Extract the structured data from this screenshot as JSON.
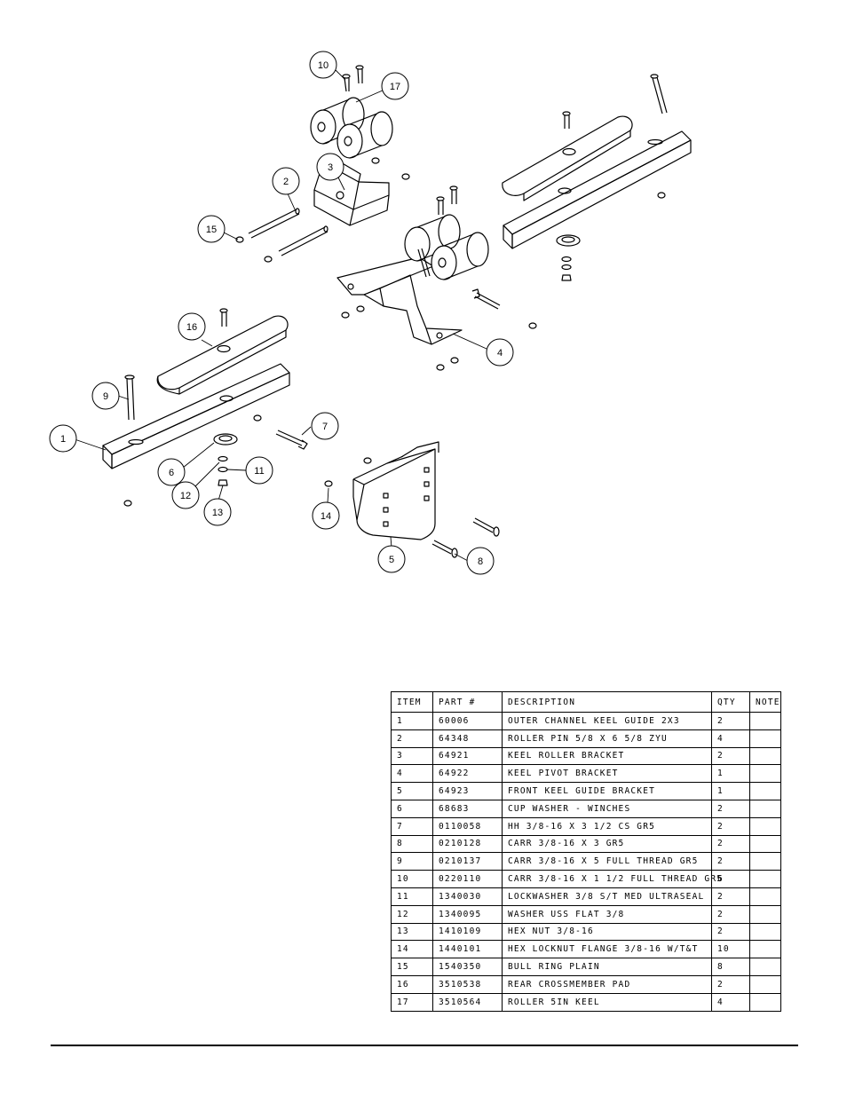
{
  "diagram": {
    "callouts": [
      "1",
      "2",
      "3",
      "4",
      "5",
      "6",
      "7",
      "8",
      "9",
      "10",
      "11",
      "12",
      "13",
      "14",
      "15",
      "16",
      "17"
    ]
  },
  "parts_table": {
    "headers": [
      "ITEM",
      "PART #",
      "DESCRIPTION",
      "QTY",
      "NOTE"
    ],
    "rows": [
      [
        "1",
        "60006",
        "OUTER CHANNEL KEEL GUIDE 2X3",
        "2",
        ""
      ],
      [
        "2",
        "64348",
        "ROLLER PIN  5/8 X 6 5/8 ZYU",
        "4",
        ""
      ],
      [
        "3",
        "64921",
        "KEEL ROLLER BRACKET",
        "2",
        ""
      ],
      [
        "4",
        "64922",
        "KEEL PIVOT BRACKET",
        "1",
        ""
      ],
      [
        "5",
        "64923",
        "FRONT KEEL GUIDE BRACKET",
        "1",
        ""
      ],
      [
        "6",
        "68683",
        "CUP WASHER - WINCHES",
        "2",
        ""
      ],
      [
        "7",
        "0110058",
        "HH 3/8-16 X 3 1/2 CS GR5",
        "2",
        ""
      ],
      [
        "8",
        "0210128",
        "CARR 3/8-16 X 3 GR5",
        "2",
        ""
      ],
      [
        "9",
        "0210137",
        "CARR 3/8-16 X 5 FULL THREAD GR5",
        "2",
        ""
      ],
      [
        "10",
        "0220110",
        "CARR 3/8-16 X 1 1/2 FULL THREAD GR5",
        "6",
        ""
      ],
      [
        "11",
        "1340030",
        "LOCKWASHER 3/8 S/T MED ULTRASEAL",
        "2",
        ""
      ],
      [
        "12",
        "1340095",
        "WASHER USS FLAT 3/8",
        "2",
        ""
      ],
      [
        "13",
        "1410109",
        "HEX NUT 3/8-16",
        "2",
        ""
      ],
      [
        "14",
        "1440101",
        "HEX LOCKNUT FLANGE 3/8-16 W/T&T",
        "10",
        ""
      ],
      [
        "15",
        "1540350",
        "BULL RING PLAIN",
        "8",
        ""
      ],
      [
        "16",
        "3510538",
        "REAR CROSSMEMBER PAD",
        "2",
        ""
      ],
      [
        "17",
        "3510564",
        "ROLLER 5IN KEEL",
        "4",
        ""
      ]
    ]
  }
}
